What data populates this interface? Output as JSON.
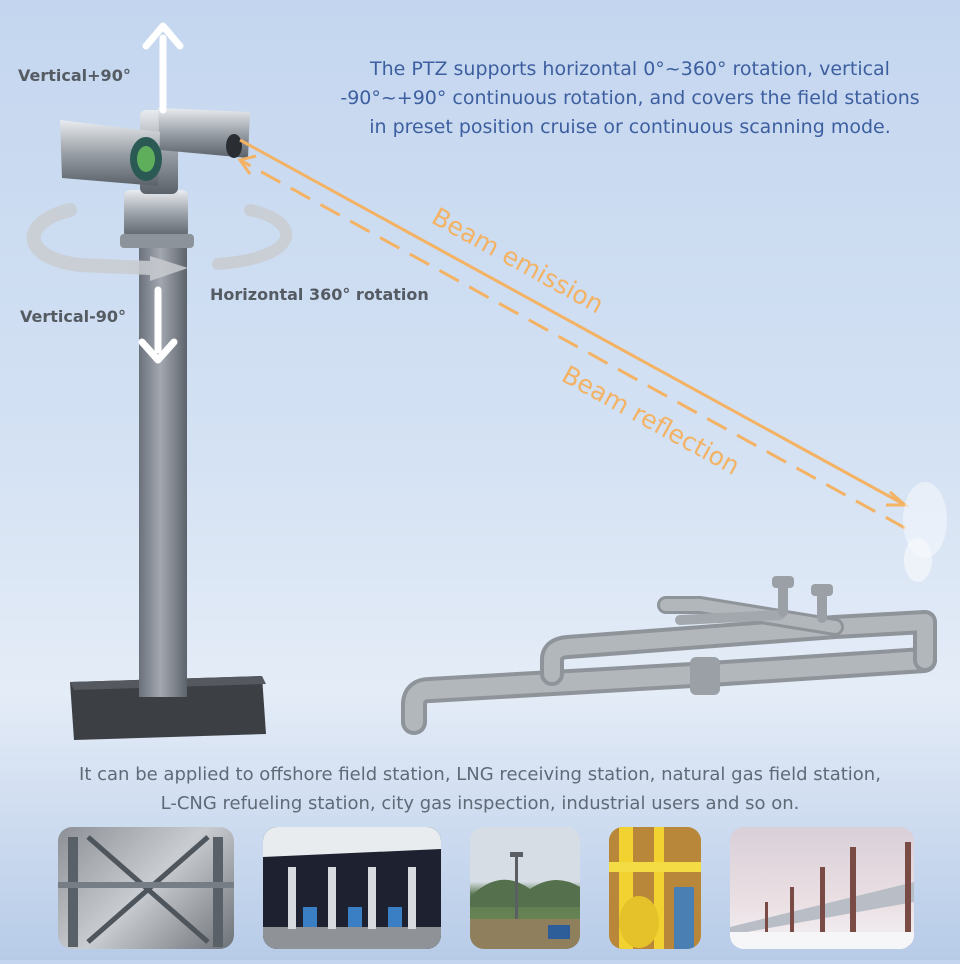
{
  "labels": {
    "vertical_up": "Vertical+90°",
    "vertical_down": "Vertical-90°",
    "horizontal": "Horizontal 360° rotation",
    "beam_emission": "Beam emission",
    "beam_reflection": "Beam reflection"
  },
  "description": {
    "lines": [
      "The PTZ supports horizontal 0°~360° rotation, vertical",
      "-90°~+90° continuous rotation, and covers the field stations",
      "in preset position cruise or continuous scanning mode."
    ]
  },
  "applications": {
    "lines": [
      "It can be applied to offshore field station, LNG receiving station, natural gas field station,",
      "L-CNG refueling station, city gas inspection, industrial users and so on."
    ]
  },
  "thumbnails": [
    {
      "name": "offshore-station-photo"
    },
    {
      "name": "refueling-station-photo"
    },
    {
      "name": "gas-field-station-photo"
    },
    {
      "name": "industrial-pipes-photo"
    },
    {
      "name": "pipeline-photo"
    }
  ],
  "colors": {
    "beam": "#f3b264",
    "description_text": "#3d5fa0",
    "label_text": "#555b63",
    "pipe": "#a9adb2",
    "pole": "#7f8590"
  }
}
